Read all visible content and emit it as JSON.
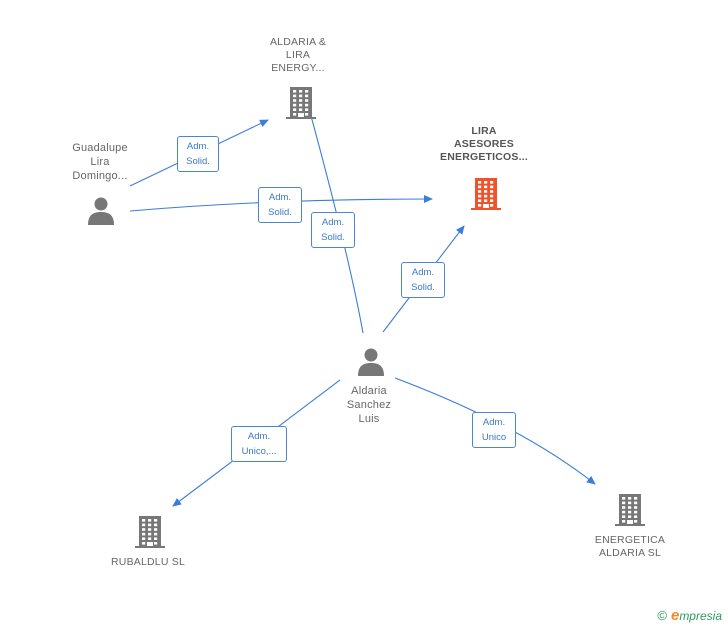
{
  "nodes": [
    {
      "id": "aldaria_lira",
      "type": "company",
      "label": "ALDARIA &\nLIRA\nENERGY...",
      "color": "#777777"
    },
    {
      "id": "lira_asesores",
      "type": "company",
      "label": "LIRA\nASESORES\nENERGETICOS...",
      "color": "#f0522a"
    },
    {
      "id": "guadalupe",
      "type": "person",
      "label": "Guadalupe\nLira\nDomingo...",
      "color": "#777777"
    },
    {
      "id": "aldaria_sanchez",
      "type": "person",
      "label": "Aldaria\nSanchez\nLuis",
      "color": "#777777"
    },
    {
      "id": "rubaldlu",
      "type": "company",
      "label": "RUBALDLU  SL",
      "color": "#777777"
    },
    {
      "id": "energetica",
      "type": "company",
      "label": "ENERGETICA\nALDARIA  SL",
      "color": "#777777"
    }
  ],
  "edges": [
    {
      "from": "guadalupe",
      "to": "aldaria_lira",
      "label_line1": "Adm.",
      "label_line2": "Solid."
    },
    {
      "from": "guadalupe",
      "to": "lira_asesores",
      "label_line1": "Adm.",
      "label_line2": "Solid."
    },
    {
      "from": "aldaria_sanchez",
      "to": "aldaria_lira",
      "label_line1": "Adm.",
      "label_line2": "Solid."
    },
    {
      "from": "aldaria_sanchez",
      "to": "lira_asesores",
      "label_line1": "Adm.",
      "label_line2": "Solid."
    },
    {
      "from": "aldaria_sanchez",
      "to": "rubaldlu",
      "label_line1": "Adm.",
      "label_line2": "Unico,..."
    },
    {
      "from": "aldaria_sanchez",
      "to": "energetica",
      "label_line1": "Adm.",
      "label_line2": "Unico"
    }
  ],
  "colors": {
    "edge": "#3b7dd8",
    "edge_label_border": "#4a86d4",
    "edge_label_text": "#3a78c8"
  },
  "brand": {
    "copyright": "©",
    "initial": "e",
    "rest": "mpresia"
  }
}
